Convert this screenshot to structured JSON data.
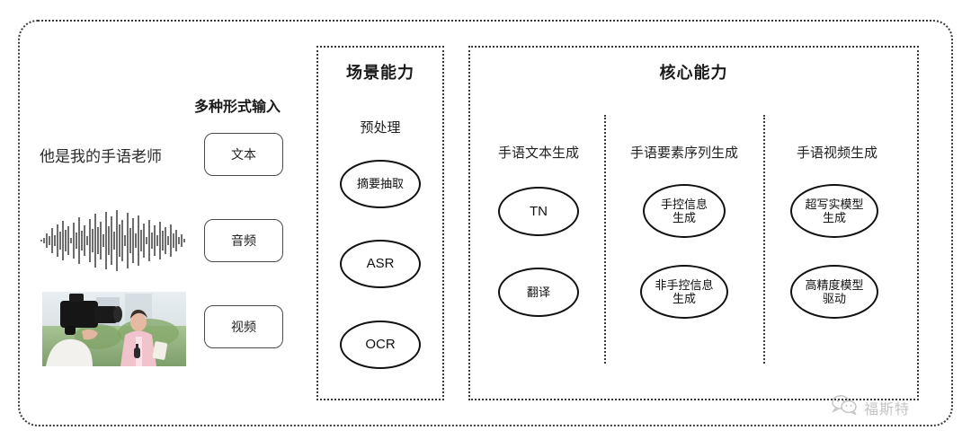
{
  "diagram": {
    "input_section": {
      "heading": "多种形式输入",
      "sample_text": "他是我的手语老师",
      "waveform_label": "audio-waveform",
      "photo_label": "camera-operator-filming-reporter-photo",
      "modalities": [
        {
          "label": "文本"
        },
        {
          "label": "音频"
        },
        {
          "label": "视频"
        }
      ]
    },
    "scene_section": {
      "title": "场景能力",
      "subtitle": "预处理",
      "nodes": [
        {
          "label": "摘要抽取",
          "script": "cjk"
        },
        {
          "label": "ASR",
          "script": "latin"
        },
        {
          "label": "OCR",
          "script": "latin"
        }
      ]
    },
    "core_section": {
      "title": "核心能力",
      "columns": [
        {
          "header": "手语文本生成",
          "nodes": [
            {
              "line1": "TN",
              "line2": "",
              "script": "latin"
            },
            {
              "line1": "翻译",
              "line2": "",
              "script": "cjk"
            }
          ]
        },
        {
          "header": "手语要素序列生成",
          "nodes": [
            {
              "line1": "手控信息",
              "line2": "生成",
              "script": "cjk"
            },
            {
              "line1": "非手控信息",
              "line2": "生成",
              "script": "cjk"
            }
          ]
        },
        {
          "header": "手语视频生成",
          "nodes": [
            {
              "line1": "超写实模型",
              "line2": "生成",
              "script": "cjk"
            },
            {
              "line1": "高精度模型",
              "line2": "驱动",
              "script": "cjk"
            }
          ]
        }
      ]
    },
    "watermark": {
      "icon": "wechat-icon",
      "text": "福斯特"
    },
    "colors": {
      "line": "#3a3a3a",
      "node_stroke": "#111111",
      "text": "#1f1f1f",
      "watermark": "#7b7b7b"
    }
  }
}
